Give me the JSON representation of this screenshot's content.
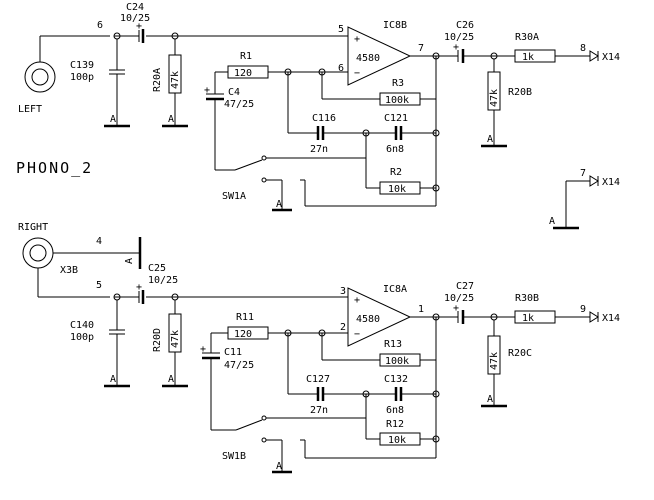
{
  "title": "PHONO_2",
  "left_channel": {
    "jack_label": "LEFT",
    "node_in": "6",
    "c_series": {
      "ref": "C24",
      "value": "10/25"
    },
    "c_shunt": {
      "ref": "C139",
      "value": "100p"
    },
    "r_shunt": {
      "ref": "R20A",
      "value": "47k"
    },
    "opamp": {
      "ref": "IC8B",
      "part": "4580",
      "pin_plus": "5",
      "pin_minus": "6",
      "pin_out": "7"
    },
    "r1": {
      "ref": "R1",
      "value": "120"
    },
    "c_fb_elec": {
      "ref": "C4",
      "value": "47/25"
    },
    "r_fb": {
      "ref": "R3",
      "value": "100k"
    },
    "c_a": {
      "ref": "C116",
      "value": "27n"
    },
    "c_b": {
      "ref": "C121",
      "value": "6n8"
    },
    "r_b": {
      "ref": "R2",
      "value": "10k"
    },
    "switch": "SW1A",
    "c_out": {
      "ref": "C26",
      "value": "10/25"
    },
    "r_out": {
      "ref": "R30A",
      "value": "1k"
    },
    "r_out_shunt": {
      "ref": "R20B",
      "value": "47k"
    },
    "out_node": "8",
    "out_conn": "X14"
  },
  "right_channel": {
    "jack_label": "RIGHT",
    "jack_ref": "X3B",
    "node_gnd": "4",
    "node_in": "5",
    "c_series": {
      "ref": "C25",
      "value": "10/25"
    },
    "c_shunt": {
      "ref": "C140",
      "value": "100p"
    },
    "r_shunt": {
      "ref": "R20D",
      "value": "47k"
    },
    "opamp": {
      "ref": "IC8A",
      "part": "4580",
      "pin_plus": "3",
      "pin_minus": "2",
      "pin_out": "1"
    },
    "r1": {
      "ref": "R11",
      "value": "120"
    },
    "c_fb_elec": {
      "ref": "C11",
      "value": "47/25"
    },
    "r_fb": {
      "ref": "R13",
      "value": "100k"
    },
    "c_a": {
      "ref": "C127",
      "value": "27n"
    },
    "c_b": {
      "ref": "C132",
      "value": "6n8"
    },
    "r_b": {
      "ref": "R12",
      "value": "10k"
    },
    "switch": "SW1B",
    "c_out": {
      "ref": "C27",
      "value": "10/25"
    },
    "r_out": {
      "ref": "R30B",
      "value": "1k"
    },
    "r_out_shunt": {
      "ref": "R20C",
      "value": "47k"
    },
    "out_node": "9",
    "out_conn": "X14"
  },
  "gnd_connector": {
    "node": "7",
    "conn": "X14"
  },
  "ground_symbol": "A",
  "plus_sign": "+",
  "minus_sign": "−"
}
